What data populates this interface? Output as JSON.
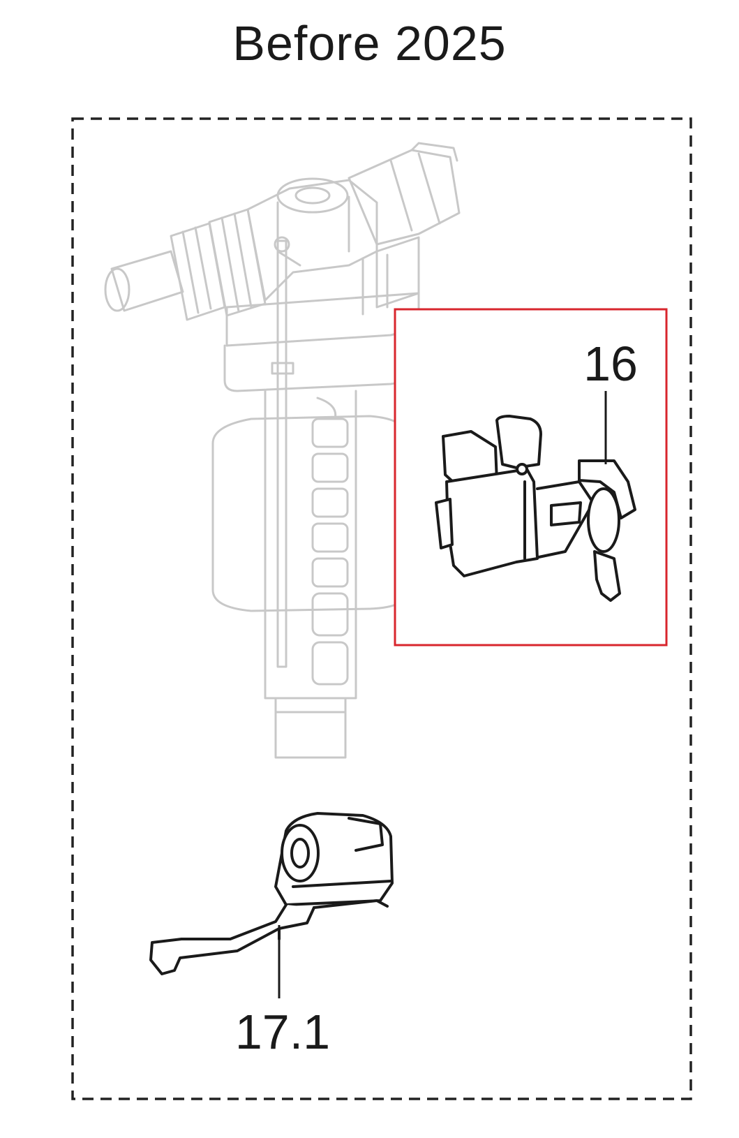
{
  "title": "Before 2025",
  "callouts": {
    "part_16": "16",
    "part_17_1": "17.1"
  },
  "colors": {
    "highlight_box": "#d8262d",
    "faded_part": "#c8c8c8",
    "ink": "#1a1a1a",
    "frame": "#222222"
  },
  "icons": {
    "fill_valve": "faded-fill-valve-illustration",
    "clip": "valve-clip-part-16",
    "float_lever": "float-lever-part-17-1"
  }
}
